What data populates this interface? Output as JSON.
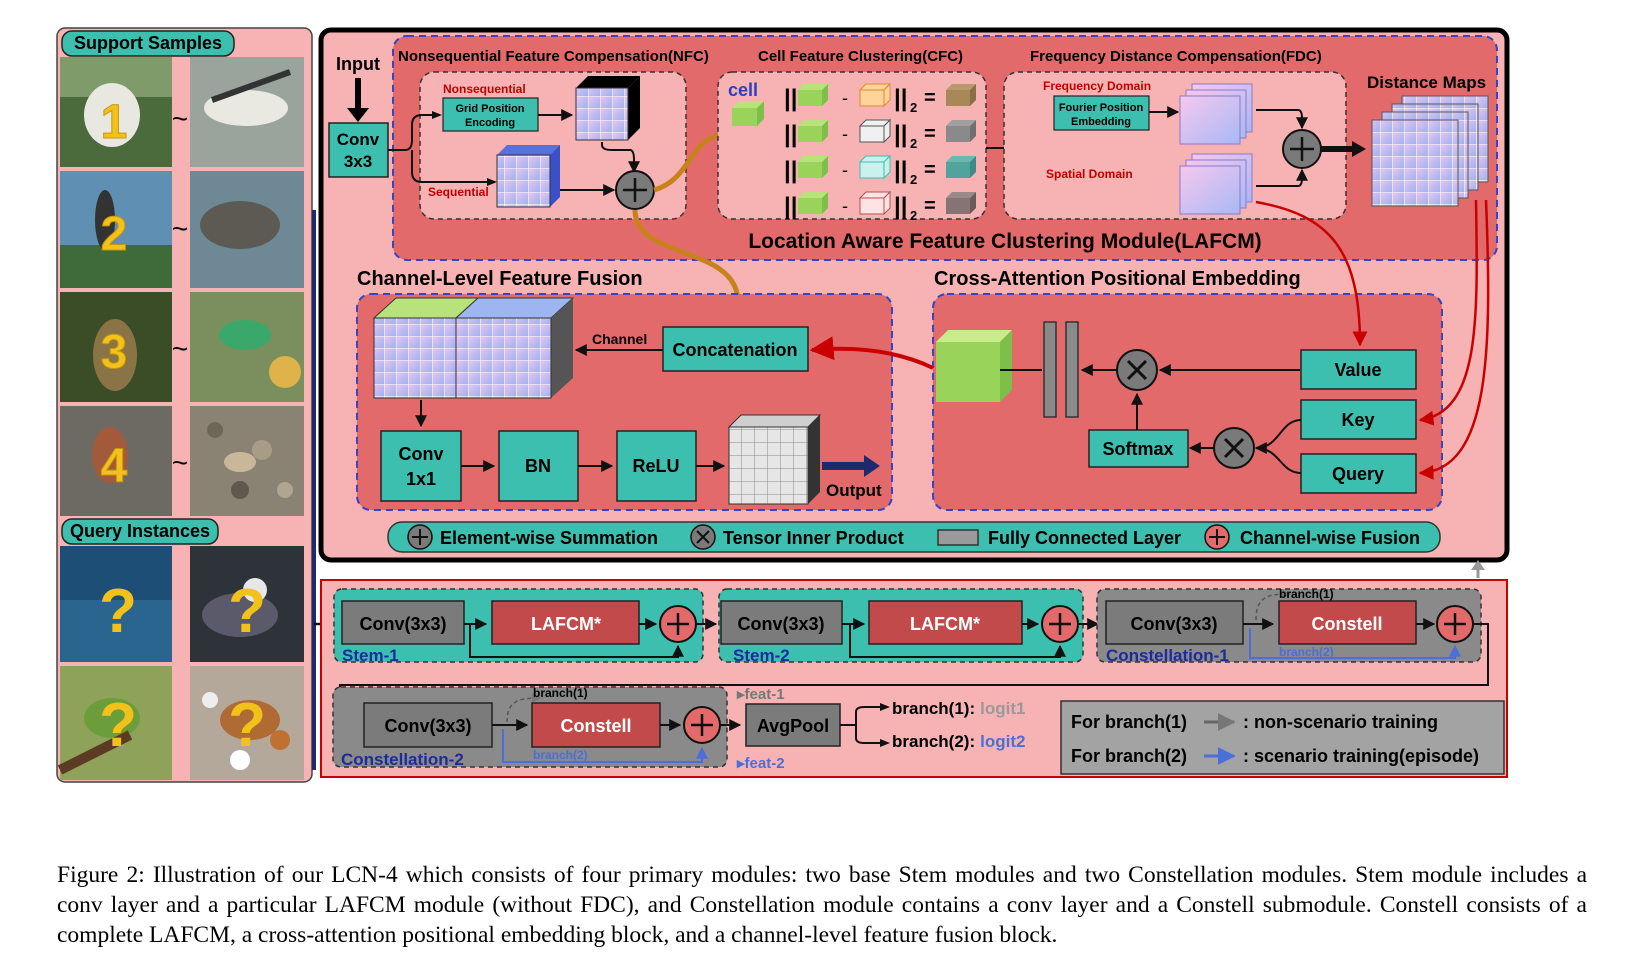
{
  "samples": {
    "support_title": "Support Samples",
    "query_title": "Query Instances",
    "numbers": [
      "1",
      "2",
      "3",
      "4"
    ],
    "tilde": "~",
    "query_mark": "?"
  },
  "top": {
    "input_label": "Input",
    "conv_line1": "Conv",
    "conv_line2": "3x3",
    "nfc_title": "Nonsequential Feature Compensation(NFC)",
    "nonsequential_label": "Nonsequential",
    "grid_enc_line1": "Grid Position",
    "grid_enc_line2": "Encoding",
    "sequential_label": "Sequential",
    "cfc_title": "Cell Feature Clustering(CFC)",
    "cell_label": "cell",
    "norm_subscript": "2",
    "fdc_title": "Frequency Distance Compensation(FDC)",
    "frequency_domain": "Frequency Domain",
    "fourier_line1": "Fourier Position",
    "fourier_line2": "Embedding",
    "spatial_domain": "Spatial Domain",
    "distance_maps": "Distance Maps",
    "lafcm_title": "Location Aware Feature Clustering Module(LAFCM)"
  },
  "fusion": {
    "title": "Channel-Level Feature Fusion",
    "channel_label": "Channel",
    "concat": "Concatenation",
    "conv_line1": "Conv",
    "conv_line2": "1x1",
    "bn": "BN",
    "relu": "ReLU",
    "output": "Output"
  },
  "cape": {
    "title": "Cross-Attention Positional Embedding",
    "value": "Value",
    "key": "Key",
    "query": "Query",
    "softmax": "Softmax"
  },
  "legend": {
    "sum": "Element-wise Summation",
    "inner": "Tensor Inner Product",
    "fc": "Fully Connected Layer",
    "fusion": "Channel-wise Fusion"
  },
  "bottom": {
    "conv": "Conv(3x3)",
    "lafcm_star": "LAFCM*",
    "constell": "Constell",
    "stem1": "Stem-1",
    "stem2": "Stem-2",
    "const1": "Constellation-1",
    "const2": "Constellation-2",
    "branch1": "branch(1)",
    "branch2": "branch(2)",
    "feat1": "feat-1",
    "feat2": "feat-2",
    "avgpool": "AvgPool",
    "out_branch1": "branch(1):",
    "logit1": "logit1",
    "out_branch2": "branch(2):",
    "logit2": "logit2",
    "note1_label": "For branch(1)",
    "note1_text": ": non-scenario training",
    "note2_label": "For branch(2)",
    "note2_text": ": scenario training(episode)"
  },
  "caption": "Figure 2: Illustration of our LCN-4 which consists of four primary modules: two base Stem modules and two Constellation modules. Stem module includes a conv layer and a particular LAFCM module (without FDC), and Constellation module contains a conv layer and a Constell submodule. Constell consists of a complete LAFCM, a cross-attention positional embedding block, and a channel-level feature fusion block.",
  "colors": {
    "pink_bg": "#f7b3b3",
    "red_module": "#e36a6a",
    "teal": "#3cbfae",
    "dark_red_box": "#c24a4a",
    "gray_box": "#7b7b7b",
    "orange_arrow": "#c8821c",
    "red_arrow": "#c80000",
    "blue_branch": "#4a6fd8",
    "dark_navy": "#1e2a6e"
  }
}
